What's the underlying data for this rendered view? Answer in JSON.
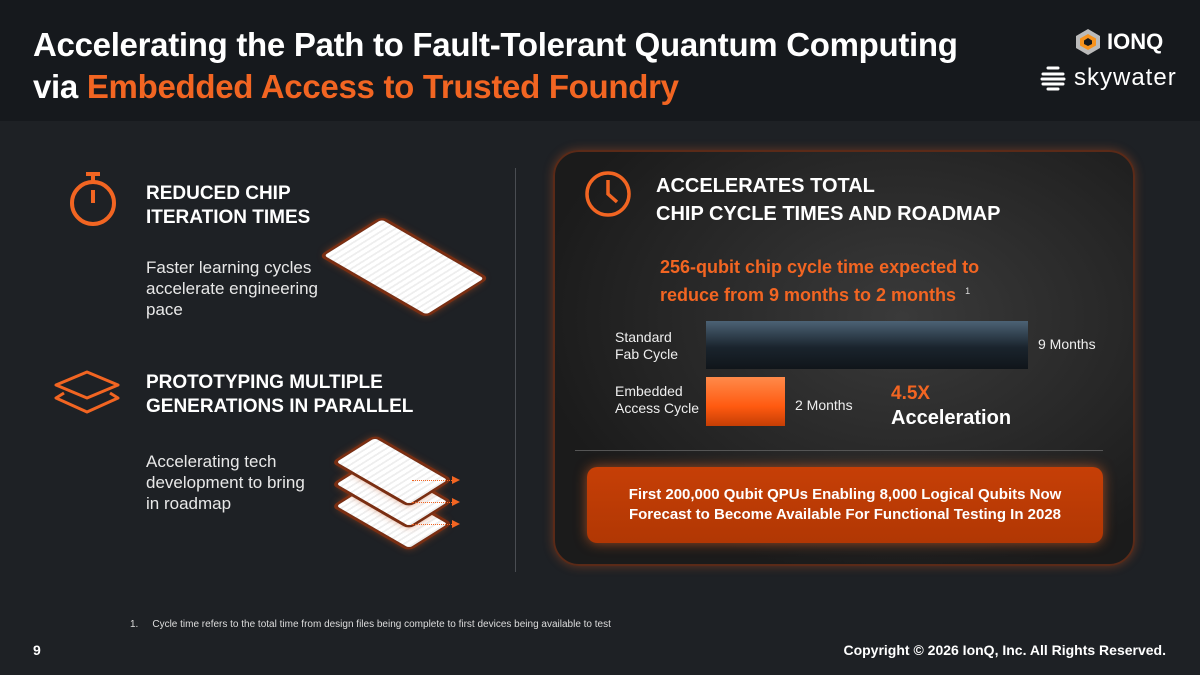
{
  "header": {
    "title_line1": "Accelerating the Path to Fault-Tolerant Quantum Computing",
    "title_line2_prefix": "via ",
    "title_line2_highlight": "Embedded Access to Trusted Foundry",
    "logo_ionq": "IONQ",
    "logo_skywater": "skywater"
  },
  "left": {
    "section1": {
      "heading_line1": "REDUCED CHIP",
      "heading_line2": "ITERATION TIMES",
      "body": [
        "Faster learning cycles",
        "accelerate engineering",
        "pace"
      ]
    },
    "section2": {
      "heading_line1": "PROTOTYPING MULTIPLE",
      "heading_line2": "GENERATIONS IN PARALLEL",
      "body": [
        "Accelerating tech",
        "development to bring",
        "in roadmap"
      ]
    }
  },
  "card": {
    "heading_line1": "ACCELERATES TOTAL",
    "heading_line2": "CHIP CYCLE TIMES AND ROADMAP",
    "subheading_line1": "256-qubit chip cycle time expected to",
    "subheading_line2": "reduce from 9 months to 2 months",
    "footnote_ref": "1",
    "acceleration_value": "4.5X",
    "acceleration_label": "Acceleration",
    "callout_line1": "First 200,000 Qubit QPUs Enabling 8,000 Logical Qubits Now",
    "callout_line2": "Forecast to Become Available For Functional Testing In 2028"
  },
  "chart_data": {
    "type": "bar",
    "orientation": "horizontal",
    "categories": [
      "Standard Fab Cycle",
      "Embedded Access Cycle"
    ],
    "category_lines": [
      [
        "Standard",
        "Fab Cycle"
      ],
      [
        "Embedded",
        "Access Cycle"
      ]
    ],
    "values": [
      9,
      2
    ],
    "value_labels": [
      "9 Months",
      "2 Months"
    ],
    "unit": "Months",
    "xlim": [
      0,
      9
    ]
  },
  "footer": {
    "footnote_number": "1.",
    "footnote_text": "Cycle time refers to the total time from design files being complete to first devices being available to test",
    "page_number": "9",
    "copyright": "Copyright © 2026 IonQ, Inc. All Rights Reserved."
  }
}
